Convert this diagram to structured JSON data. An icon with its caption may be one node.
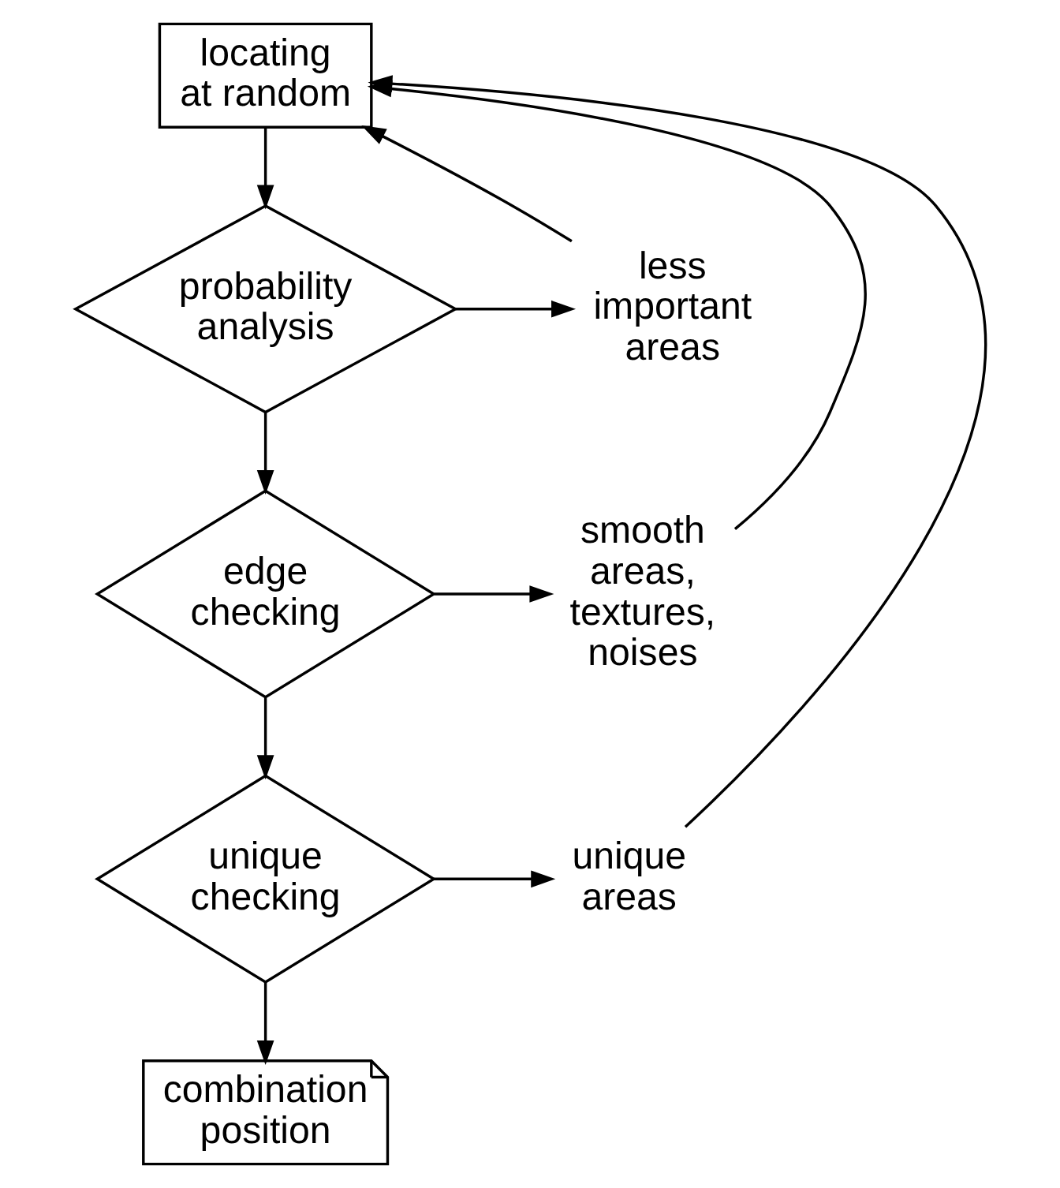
{
  "diagram": {
    "nodes": [
      {
        "text": [
          "locating at random"
        ]
      },
      {
        "text": [
          "probability analysis"
        ]
      },
      {
        "text": [
          "less important areas"
        ]
      },
      {
        "text": [
          "edge checking"
        ]
      },
      {
        "text": [
          "smooth areas, textures, noises"
        ]
      },
      {
        "text": [
          "unique checking"
        ]
      },
      {
        "text": [
          "unique areas"
        ]
      },
      {
        "text": [
          "combination position"
        ]
      }
    ],
    "edges": [
      {
        "from": 0,
        "to": 1,
        "arrow": "to"
      },
      {
        "from": 1,
        "to": 2,
        "arrow": "to"
      },
      {
        "from": 2,
        "to": 0,
        "arrow": "to"
      },
      {
        "from": 1,
        "to": 3,
        "arrow": "to"
      },
      {
        "from": 3,
        "to": 4,
        "arrow": "to"
      },
      {
        "from": 4,
        "to": 0,
        "arrow": "to"
      },
      {
        "from": 3,
        "to": 5,
        "arrow": "to"
      },
      {
        "from": 5,
        "to": 6,
        "arrow": "to"
      },
      {
        "from": 6,
        "to": 0,
        "arrow": "to"
      },
      {
        "from": 5,
        "to": 7,
        "arrow": "to"
      }
    ]
  }
}
